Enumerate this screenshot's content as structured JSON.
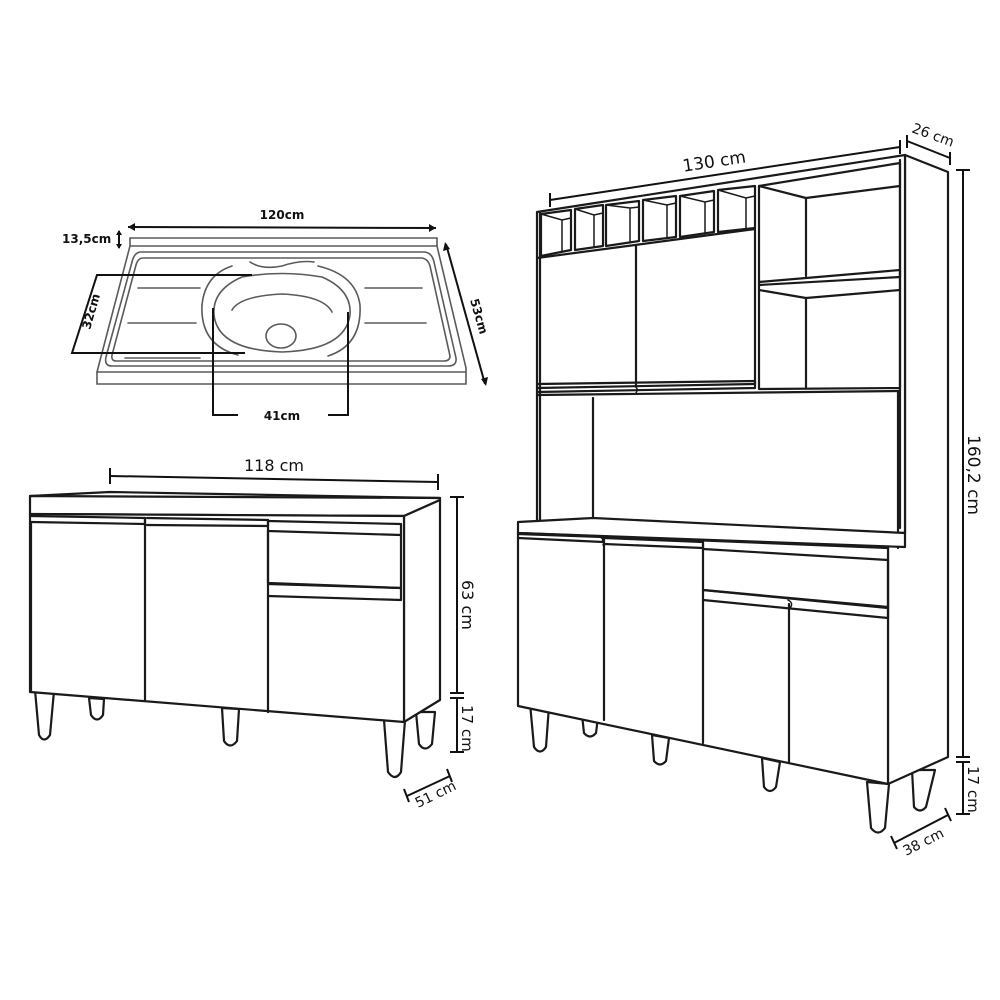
{
  "diagram": {
    "type": "furniture-dimension-drawing",
    "components": [
      {
        "id": "sink",
        "name": "Sink countertop",
        "dimensions": {
          "width": "120cm",
          "depth": "53cm",
          "backsplash_height": "13,5cm",
          "basin_width": "41cm",
          "basin_depth": "32cm"
        }
      },
      {
        "id": "base-cabinet",
        "name": "Sink base cabinet",
        "dimensions": {
          "width": "118 cm",
          "body_height": "63 cm",
          "leg_height": "17 cm",
          "depth": "51 cm"
        },
        "doors": 3,
        "drawers": 1
      },
      {
        "id": "hutch-cabinet",
        "name": "Kitchen hutch cabinet",
        "dimensions": {
          "width": "130 cm",
          "top_depth": "26 cm",
          "total_height": "160,2 cm",
          "leg_height": "17 cm",
          "base_depth": "38 cm"
        },
        "upper_niches": 6,
        "upper_doors": 2,
        "open_shelves": 2,
        "lower_doors": 4,
        "drawers": 1
      }
    ]
  },
  "labels": {
    "sink_width": "120cm",
    "sink_depth": "53cm",
    "sink_backsplash": "13,5cm",
    "sink_basin_width": "41cm",
    "sink_basin_depth": "32cm",
    "base_width": "118 cm",
    "base_height": "63 cm",
    "base_legs": "17 cm",
    "base_depth": "51 cm",
    "hutch_width": "130 cm",
    "hutch_top_depth": "26 cm",
    "hutch_height": "160,2 cm",
    "hutch_legs": "17 cm",
    "hutch_depth": "38 cm"
  }
}
